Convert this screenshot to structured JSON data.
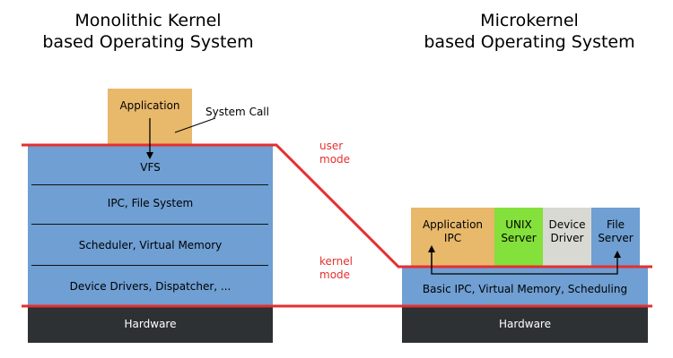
{
  "left": {
    "title_line1": "Monolithic Kernel",
    "title_line2": "based Operating System",
    "application": "Application",
    "system_call": "System Call",
    "layers": [
      "VFS",
      "IPC, File System",
      "Scheduler, Virtual Memory",
      "Device Drivers, Dispatcher, ..."
    ],
    "hardware": "Hardware"
  },
  "right": {
    "title_line1": "Microkernel",
    "title_line2": "based Operating System",
    "servers": [
      {
        "line1": "Application",
        "line2": "IPC",
        "color": "#e8b86b"
      },
      {
        "line1": "UNIX",
        "line2": "Server",
        "color": "#84e03a"
      },
      {
        "line1": "Device",
        "line2": "Driver",
        "color": "#d9d9d4"
      },
      {
        "line1": "File",
        "line2": "Server",
        "color": "#6f9fd3"
      }
    ],
    "kernel": "Basic IPC, Virtual Memory, Scheduling",
    "hardware": "Hardware"
  },
  "modes": {
    "user_line1": "user",
    "user_line2": "mode",
    "kernel_line1": "kernel",
    "kernel_line2": "mode"
  },
  "colors": {
    "application": "#e8b86b",
    "kernel_blue": "#6f9fd3",
    "hardware": "#2e3133",
    "mode_line": "#e52f2f",
    "unix_server": "#84e03a",
    "device_driver": "#d9d9d4"
  }
}
